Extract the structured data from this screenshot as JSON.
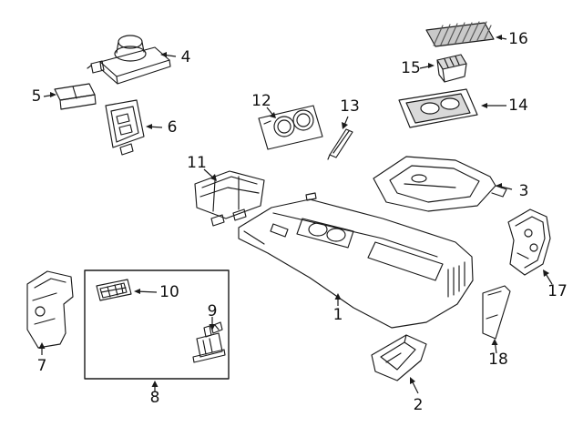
{
  "diagram": {
    "description": "Exploded parts diagram of a vehicle center console with numbered callouts",
    "labels": [
      "1",
      "2",
      "3",
      "4",
      "5",
      "6",
      "7",
      "8",
      "9",
      "10",
      "11",
      "12",
      "13",
      "14",
      "15",
      "16",
      "17",
      "18"
    ]
  },
  "colors": {
    "line": "#1a1a1a",
    "background": "#ffffff",
    "shade_light": "#d9d9d9",
    "shade_hatch": "#c9c9c9"
  }
}
